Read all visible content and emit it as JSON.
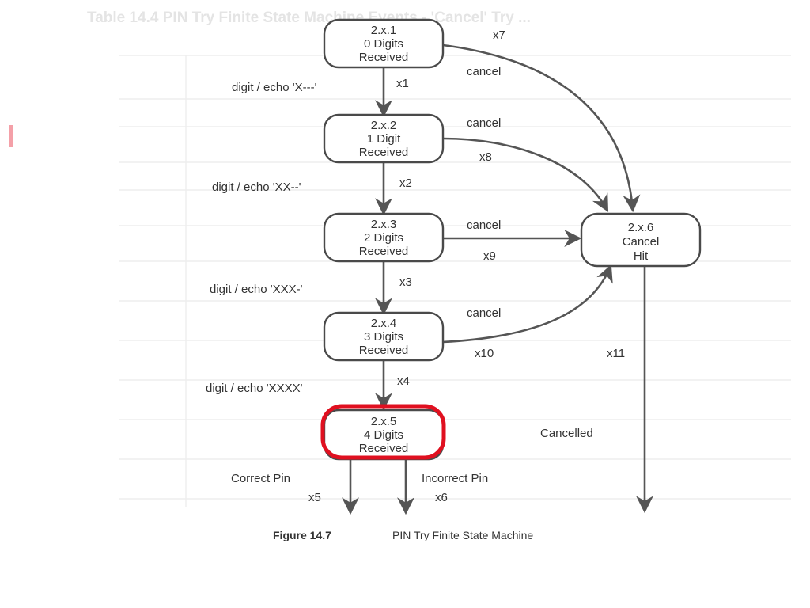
{
  "header_text": "Table 14.4 PIN Try Finite State Machine Events - 'Cancel' Try ...",
  "states": [
    {
      "id": "2.x.1",
      "line1": "2.x.1",
      "line2": "0 Digits",
      "line3": "Received"
    },
    {
      "id": "2.x.2",
      "line1": "2.x.2",
      "line2": "1 Digit",
      "line3": "Received"
    },
    {
      "id": "2.x.3",
      "line1": "2.x.3",
      "line2": "2 Digits",
      "line3": "Received"
    },
    {
      "id": "2.x.4",
      "line1": "2.x.4",
      "line2": "3 Digits",
      "line3": "Received"
    },
    {
      "id": "2.x.5",
      "line1": "2.x.5",
      "line2": "4 Digits",
      "line3": "Received"
    },
    {
      "id": "2.x.6",
      "line1": "2.x.6",
      "line2": "Cancel",
      "line3": "Hit"
    }
  ],
  "transitions": {
    "x1": {
      "event": "digit / echo 'X---'",
      "id": "x1"
    },
    "x2": {
      "event": "digit / echo 'XX--'",
      "id": "x2"
    },
    "x3": {
      "event": "digit / echo 'XXX-'",
      "id": "x3"
    },
    "x4": {
      "event": "digit / echo 'XXXX'",
      "id": "x4"
    },
    "x5": {
      "event": "Correct Pin",
      "id": "x5"
    },
    "x6": {
      "event": "Incorrect Pin",
      "id": "x6"
    },
    "x7": {
      "event": "cancel",
      "id": "x7"
    },
    "x8": {
      "event": "cancel",
      "id": "x8"
    },
    "x9": {
      "event": "cancel",
      "id": "x9"
    },
    "x10": {
      "event": "cancel",
      "id": "x10"
    },
    "x11": {
      "event": "Cancelled",
      "id": "x11"
    }
  },
  "caption": {
    "number": "Figure 14.7",
    "title": "PIN Try Finite State Machine"
  },
  "colors": {
    "line": "#555555",
    "text": "#333333",
    "highlight": "#e01020",
    "left_mark": "#f4a0a8"
  }
}
